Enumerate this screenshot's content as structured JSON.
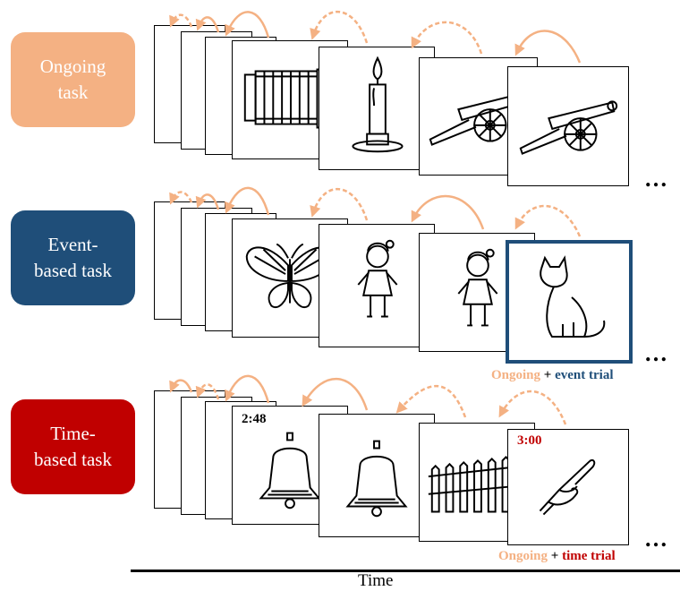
{
  "colors": {
    "ongoing": "#f4b183",
    "event": "#1f4e79",
    "time": "#c00000",
    "arrow": "#f4b183",
    "text": "#000000"
  },
  "tasks": [
    {
      "label": "Ongoing\ntask",
      "color": "#f4b183"
    },
    {
      "label": "Event-\nbased task",
      "color": "#1f4e79"
    },
    {
      "label": "Time-\nbased task",
      "color": "#c00000"
    }
  ],
  "rows": [
    {
      "pictures": [
        "accordion-icon",
        "candle-icon",
        "cannon-icon",
        "cannon-icon"
      ],
      "highlight_last": false
    },
    {
      "pictures": [
        "butterfly-icon",
        "doll-icon",
        "doll-icon",
        "cat-icon"
      ],
      "highlight_last": true
    },
    {
      "pictures": [
        "bell-icon",
        "bell-icon",
        "fence-icon",
        "finger-icon"
      ],
      "highlight_last": false
    }
  ],
  "timers": {
    "first": "2:48",
    "last": "3:00"
  },
  "ellipsis": "…",
  "captions": {
    "event": {
      "ongoing": "Ongoing",
      "plus": " + ",
      "trial": "event trial"
    },
    "time": {
      "ongoing": "Ongoing",
      "plus": " + ",
      "trial": "time trial"
    }
  },
  "axis_label": "Time"
}
